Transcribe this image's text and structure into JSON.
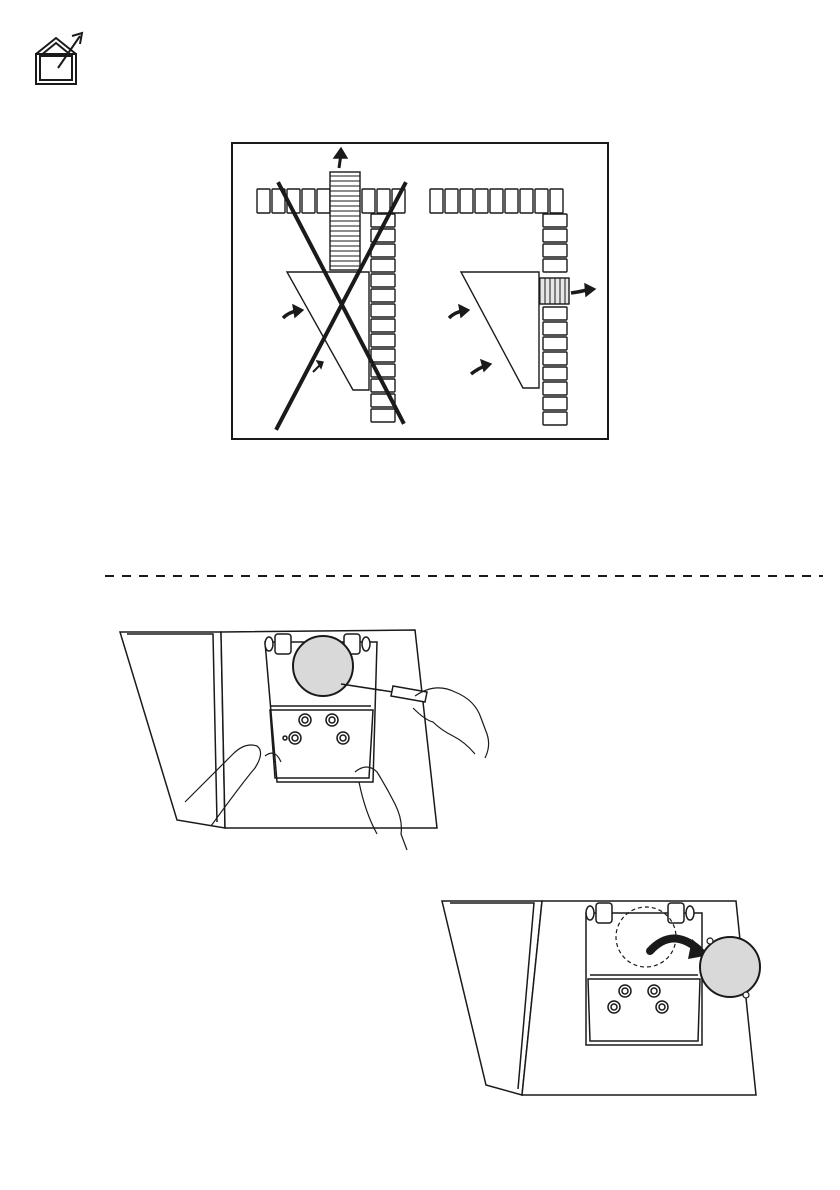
{
  "page": {
    "background": "#ffffff",
    "line_color": "#1a1a1a",
    "panel_fill": "#d9d9d9"
  },
  "icons": {
    "header": "house-outside-vent-icon",
    "wrong_marker": "cross-out-icon"
  },
  "figures": {
    "duct_routing": {
      "left_variant": "incorrect-upward-duct-crossed",
      "right_variant": "correct-side-wall-duct"
    },
    "separator": "dashed-line",
    "step_remove": "remove-blanking-plate-screwdriver",
    "step_result": "blanking-plate-removed"
  }
}
